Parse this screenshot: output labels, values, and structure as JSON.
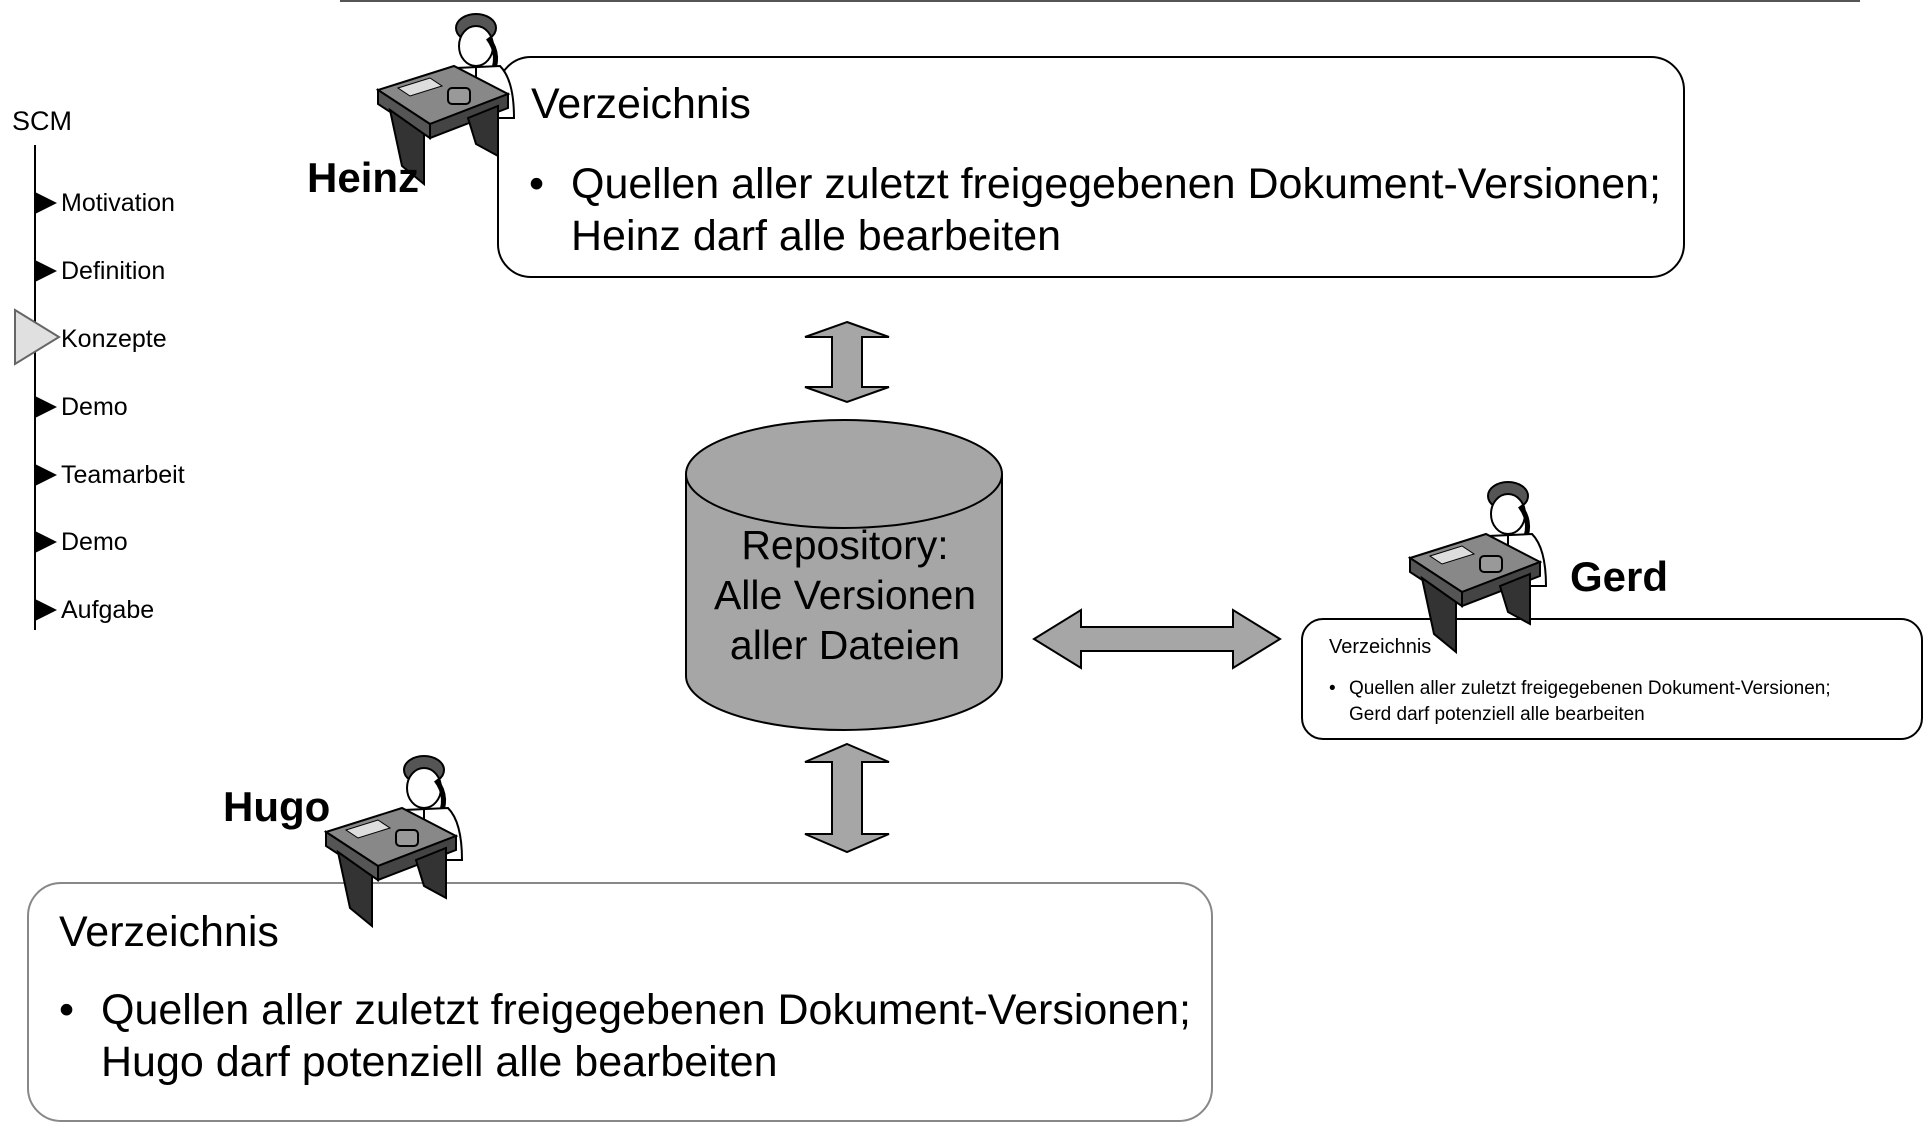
{
  "nav": {
    "title": "SCM",
    "items": [
      {
        "label": "Motivation",
        "active": false
      },
      {
        "label": "Definition",
        "active": false
      },
      {
        "label": "Konzepte",
        "active": true
      },
      {
        "label": "Demo",
        "active": false
      },
      {
        "label": "Teamarbeit",
        "active": false
      },
      {
        "label": "Demo",
        "active": false
      },
      {
        "label": "Aufgabe",
        "active": false
      }
    ]
  },
  "repository": {
    "line1": "Repository:",
    "line2": "Alle Versionen",
    "line3": "aller Dateien"
  },
  "people": {
    "heinz": {
      "name": "Heinz",
      "box_title": "Verzeichnis",
      "bullet_line1": "Quellen aller zuletzt freigegebenen Dokument-Versionen;",
      "bullet_line2": "Heinz darf alle bearbeiten"
    },
    "gerd": {
      "name": "Gerd",
      "box_title": "Verzeichnis",
      "bullet_line1": "Quellen aller zuletzt freigegebenen Dokument-Versionen;",
      "bullet_line2": "Gerd darf potenziell alle bearbeiten"
    },
    "hugo": {
      "name": "Hugo",
      "box_title": "Verzeichnis",
      "bullet_line1": "Quellen aller zuletzt freigegebenen Dokument-Versionen;",
      "bullet_line2": "Hugo darf potenziell alle bearbeiten"
    }
  },
  "bullet_char": "•",
  "icons": {
    "person": "person-at-desk-icon",
    "repository": "database-cylinder-icon",
    "arrow": "double-arrow-icon"
  },
  "colors": {
    "repository_fill": "#a6a6a6",
    "arrow_fill": "#a6a6a6",
    "stroke": "#000000"
  }
}
